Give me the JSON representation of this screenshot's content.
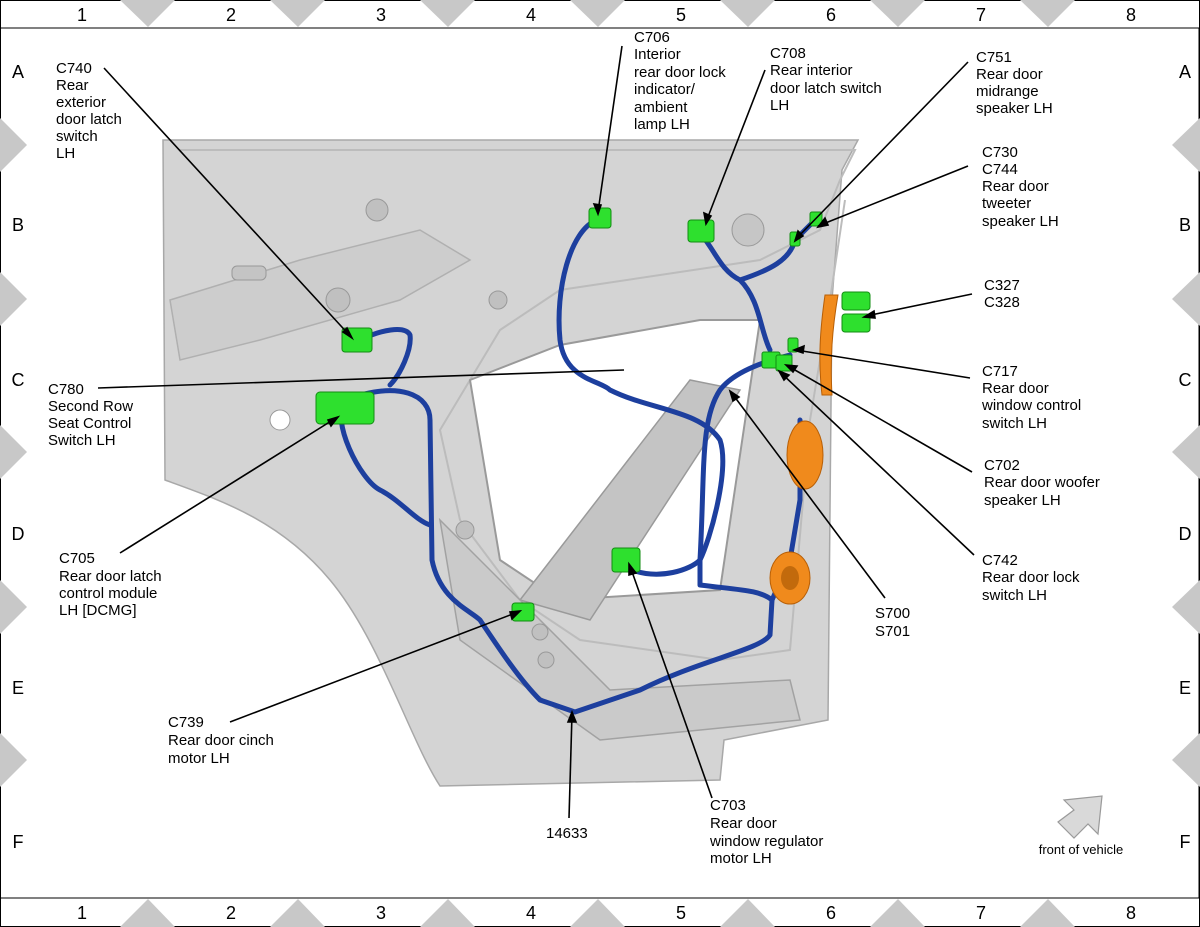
{
  "grid": {
    "columns": [
      "1",
      "2",
      "3",
      "4",
      "5",
      "6",
      "7",
      "8"
    ],
    "rows": [
      "A",
      "B",
      "C",
      "D",
      "E",
      "F"
    ]
  },
  "callouts": {
    "c740": [
      "C740",
      "Rear",
      "exterior",
      "door latch",
      "switch",
      "LH"
    ],
    "c706": [
      "C706",
      "Interior",
      "rear door lock",
      "indicator/",
      "ambient",
      "lamp LH"
    ],
    "c708": [
      "C708",
      "Rear interior",
      "door latch switch",
      "LH"
    ],
    "c751": [
      "C751",
      "Rear door",
      "midrange",
      "speaker LH"
    ],
    "c730": [
      "C730",
      "C744",
      "Rear door",
      "tweeter",
      "speaker LH"
    ],
    "c327": [
      "C327",
      "C328"
    ],
    "c780": [
      "C780",
      "Second Row",
      "Seat Control",
      "Switch LH"
    ],
    "c717": [
      "C717",
      "Rear door",
      "window control",
      "switch LH"
    ],
    "c702": [
      "C702",
      "Rear door woofer",
      "speaker LH"
    ],
    "c705": [
      "C705",
      "Rear door latch",
      "control module",
      "LH [DCMG]"
    ],
    "c742": [
      "C742",
      "Rear door lock",
      "switch LH"
    ],
    "s700": [
      "S700",
      "S701"
    ],
    "c739": [
      "C739",
      "Rear door cinch",
      "motor LH"
    ],
    "c703": [
      "C703",
      "Rear door",
      "window regulator",
      "motor LH"
    ],
    "harness": [
      "14633"
    ]
  },
  "orientation": {
    "label": "front of vehicle",
    "icon": "arrow-up-right-icon"
  },
  "colors": {
    "harness": "#1d3f9e",
    "connector": "#2ee02e",
    "speaker": "#f08a1c",
    "door_panel": "#d4d4d4",
    "border_triangle": "#c8c8c8"
  }
}
